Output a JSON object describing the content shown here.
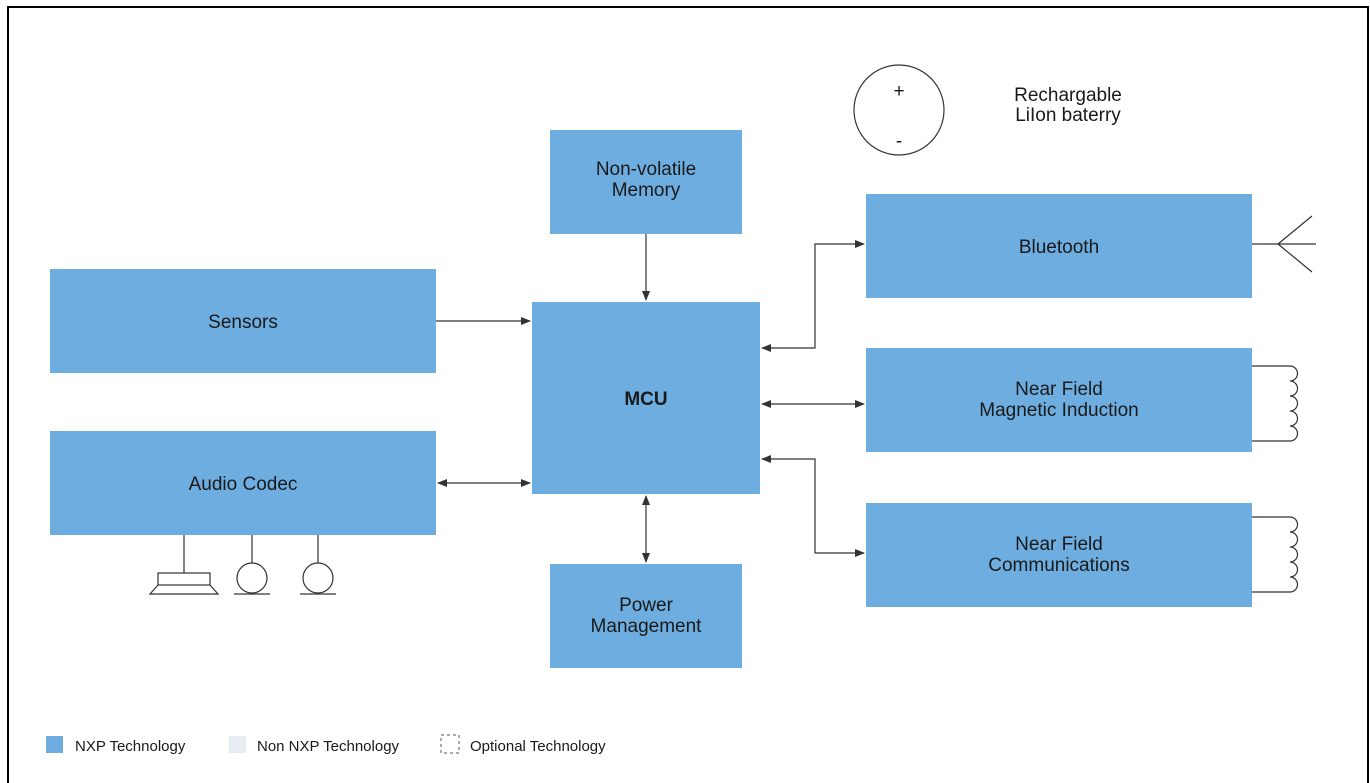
{
  "colors": {
    "nxp_block": "#6eaddf",
    "non_nxp_block": "#e8edf2",
    "line": "#333333",
    "frame": "#000000"
  },
  "blocks": {
    "memory": [
      "Non-volatile",
      "Memory"
    ],
    "sensors": [
      "Sensors"
    ],
    "audio_codec": [
      "Audio Codec"
    ],
    "mcu": [
      "MCU"
    ],
    "power": [
      "Power",
      "Management"
    ],
    "bluetooth": [
      "Bluetooth"
    ],
    "nfmi": [
      "Near Field",
      "Magnetic Induction"
    ],
    "nfc": [
      "Near Field",
      "Communications"
    ]
  },
  "battery": {
    "plus": "+",
    "minus": "-",
    "label": [
      "Rechargable",
      "LiIon baterry"
    ]
  },
  "legend": {
    "nxp": "NXP Technology",
    "non_nxp": "Non NXP Technology",
    "optional": "Optional Technology"
  }
}
